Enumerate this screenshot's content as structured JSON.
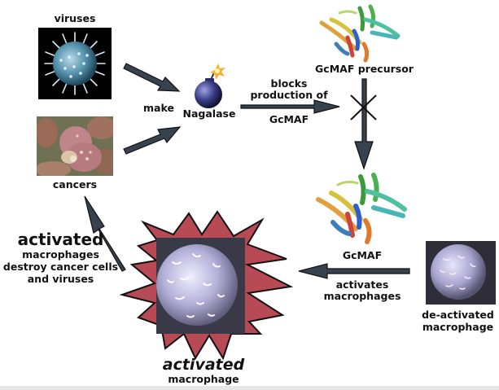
{
  "diagram": {
    "nodes": {
      "viruses": {
        "label": "viruses",
        "image": "virus-particle-image"
      },
      "cancers": {
        "label": "cancers",
        "image": "cancer-cell-image"
      },
      "nagalase": {
        "label": "Nagalase",
        "image": "bomb-icon"
      },
      "gcmaf_precursor": {
        "label": "GcMAF precursor",
        "image": "protein-structure-image"
      },
      "gcmaf": {
        "label": "GcMAF",
        "image": "protein-structure-image"
      },
      "deactivated_macrophage": {
        "label_line1": "de-activated",
        "label_line2": "macrophage",
        "image": "macrophage-image"
      },
      "activated_macrophage": {
        "label_line1": "activated",
        "label_line2": "macrophage",
        "image": "macrophage-starburst-image"
      }
    },
    "edges": {
      "make": {
        "label": "make"
      },
      "blocks": {
        "label_line1": "blocks",
        "label_line2": "production of",
        "label_line3": "GcMAF"
      },
      "activates": {
        "label_line1": "activates",
        "label_line2": "macrophages"
      },
      "destroy": {
        "label_line1": "activated",
        "label_line2": "macrophages",
        "label_line3": "destroy cancer cells",
        "label_line4": "and viruses"
      }
    },
    "colors": {
      "arrow_fill": "#37424f",
      "arrow_stroke": "#111111",
      "starburst_fill": "#b84a55",
      "block_mark": "#111111"
    }
  }
}
